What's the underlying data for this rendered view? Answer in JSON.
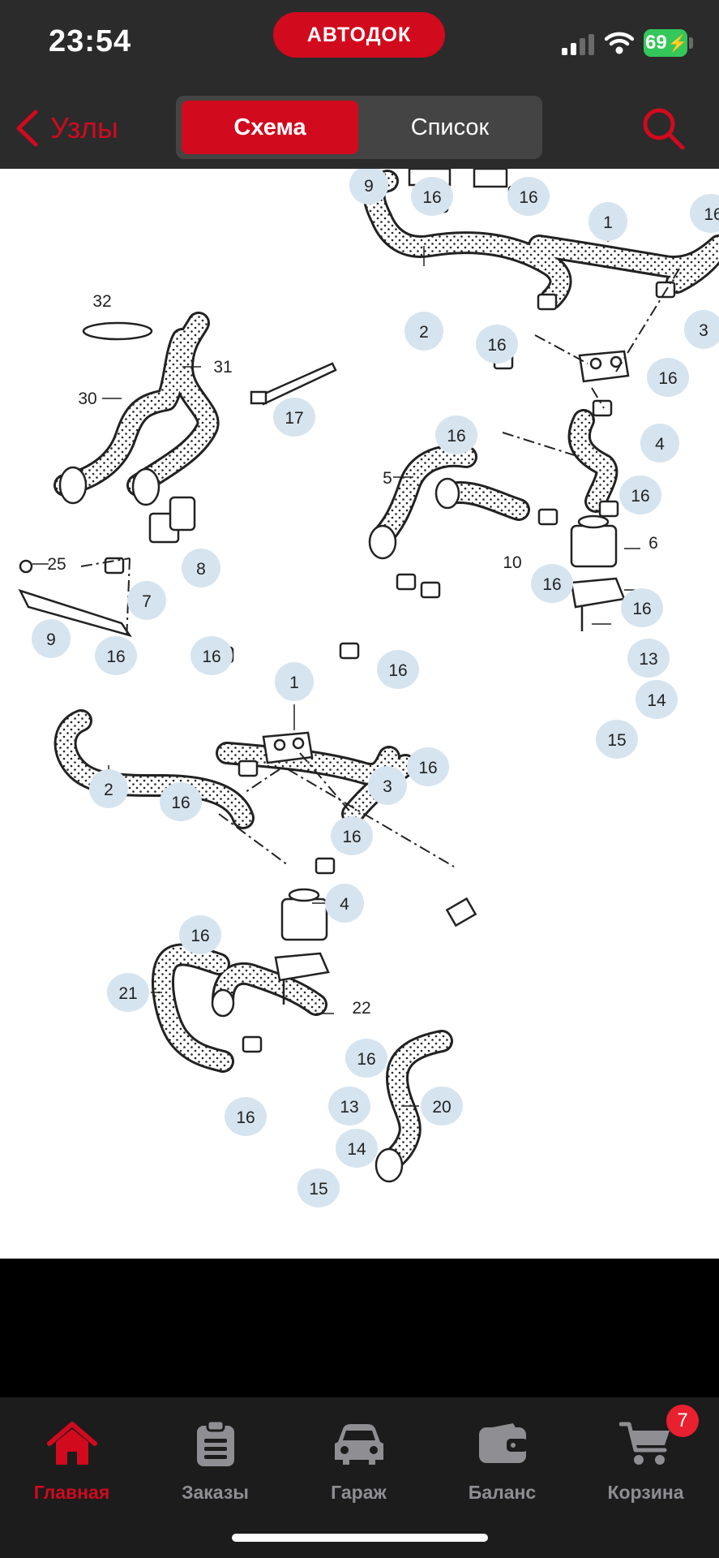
{
  "status": {
    "time": "23:54",
    "battery": "69"
  },
  "app": {
    "brand": "АВТОДОК"
  },
  "nav": {
    "back_label": "Узлы",
    "segments": [
      {
        "label": "Схема",
        "active": true
      },
      {
        "label": "Список",
        "active": false
      }
    ]
  },
  "scheme": {
    "numbers": [
      "1",
      "2",
      "3",
      "4",
      "5",
      "6",
      "7",
      "8",
      "9",
      "10",
      "13",
      "14",
      "15",
      "16",
      "17",
      "20",
      "21",
      "22",
      "25",
      "30",
      "31",
      "32"
    ],
    "callouts": {
      "c1": "9",
      "c2": "16",
      "c3": "16",
      "c4": "1",
      "c5": "16",
      "c6": "2",
      "c7": "16",
      "c8": "3",
      "c9": "16",
      "c10": "16",
      "c11": "4",
      "c12": "5",
      "c13": "16",
      "c14": "6",
      "c15": "10",
      "c16": "16",
      "c17": "16",
      "c18": "13",
      "c19": "14",
      "c20": "15",
      "c21": "32",
      "c22": "31",
      "c23": "30",
      "c24": "17",
      "c25": "25",
      "c26": "8",
      "c27": "7",
      "c28": "9",
      "c29": "16",
      "c30": "16",
      "c31": "1",
      "c32": "16",
      "c33": "16",
      "c34": "3",
      "c35": "2",
      "c36": "16",
      "c37": "16",
      "c38": "4",
      "c39": "16",
      "c40": "21",
      "c41": "22",
      "c42": "16",
      "c43": "20",
      "c44": "13",
      "c45": "16",
      "c46": "14",
      "c47": "15"
    }
  },
  "tabs": [
    {
      "label": "Главная",
      "icon": "home-icon",
      "active": true
    },
    {
      "label": "Заказы",
      "icon": "orders-icon",
      "active": false
    },
    {
      "label": "Гараж",
      "icon": "car-icon",
      "active": false
    },
    {
      "label": "Баланс",
      "icon": "wallet-icon",
      "active": false
    },
    {
      "label": "Корзина",
      "icon": "cart-icon",
      "active": false
    }
  ],
  "cart_badge": "7",
  "colors": {
    "accent": "#d10a1e",
    "bar": "#2b2b2b",
    "tabbar": "#1c1c1c",
    "callout": "#d6e4ef",
    "battery": "#34c759"
  }
}
